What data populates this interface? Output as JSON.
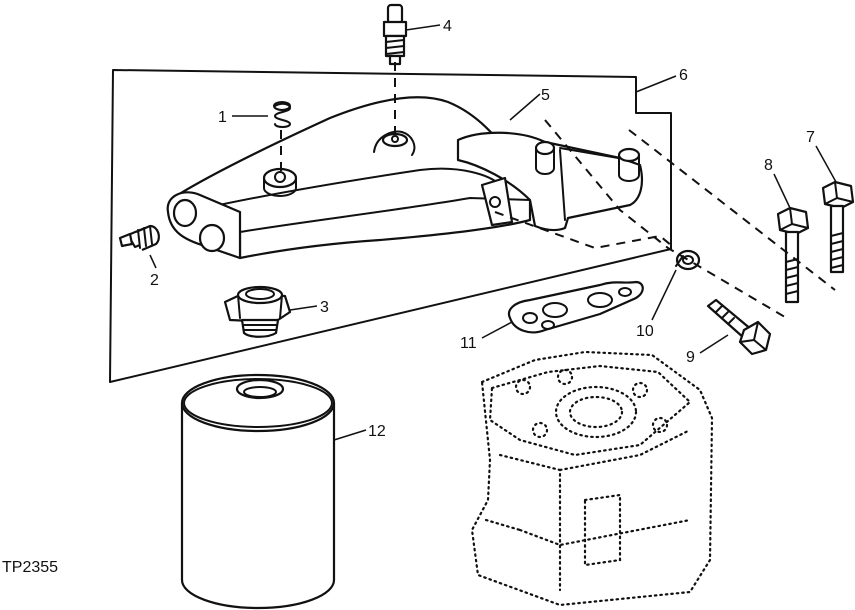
{
  "figure_code": "TP2355",
  "callouts": {
    "c1": "1",
    "c2": "2",
    "c3": "3",
    "c4": "4",
    "c5": "5",
    "c6": "6",
    "c7": "7",
    "c8": "8",
    "c9": "9",
    "c10": "10",
    "c11": "11",
    "c12": "12"
  },
  "colors": {
    "ink": "#111111",
    "paper": "#ffffff"
  }
}
